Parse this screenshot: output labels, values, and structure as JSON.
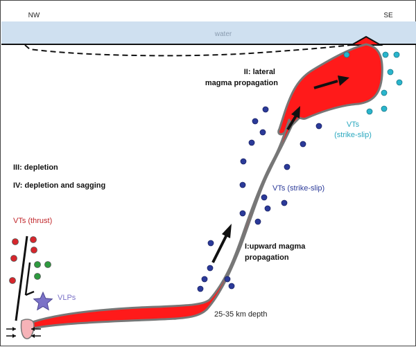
{
  "compass": {
    "left": "NW",
    "right": "SE"
  },
  "water_label": "water",
  "stages": {
    "lateral_line1": "II: lateral",
    "lateral_line2": "magma propagation",
    "depletion": "III: depletion",
    "sagging": "IV: depletion and sagging",
    "upward_line1": "I:upward magma",
    "upward_line2": "propagation"
  },
  "labels": {
    "vts_thrust": "VTs (thrust)",
    "vts_strike_slip_mid": "VTs (strike-slip)",
    "vts_strike_slip_top_line1": "VTs",
    "vts_strike_slip_top_line2": "(strike-slip)",
    "vlps": "VLPs",
    "depth": "25-35 km depth"
  },
  "colors": {
    "water": "#cfe0f0",
    "magma": "#ff1a1a",
    "magma_outline": "#777777",
    "source": "#f6b3b8",
    "vt_thrust": "#d6262c",
    "vt_mid": "#2b3a99",
    "vt_top": "#2ab5cc",
    "green_events": "#2e9a3f",
    "vlp_star": "#7b72c7"
  },
  "icons": [
    "black-arrow",
    "vlp-star",
    "volcano-cone",
    "fault-line",
    "compression-arrows"
  ]
}
